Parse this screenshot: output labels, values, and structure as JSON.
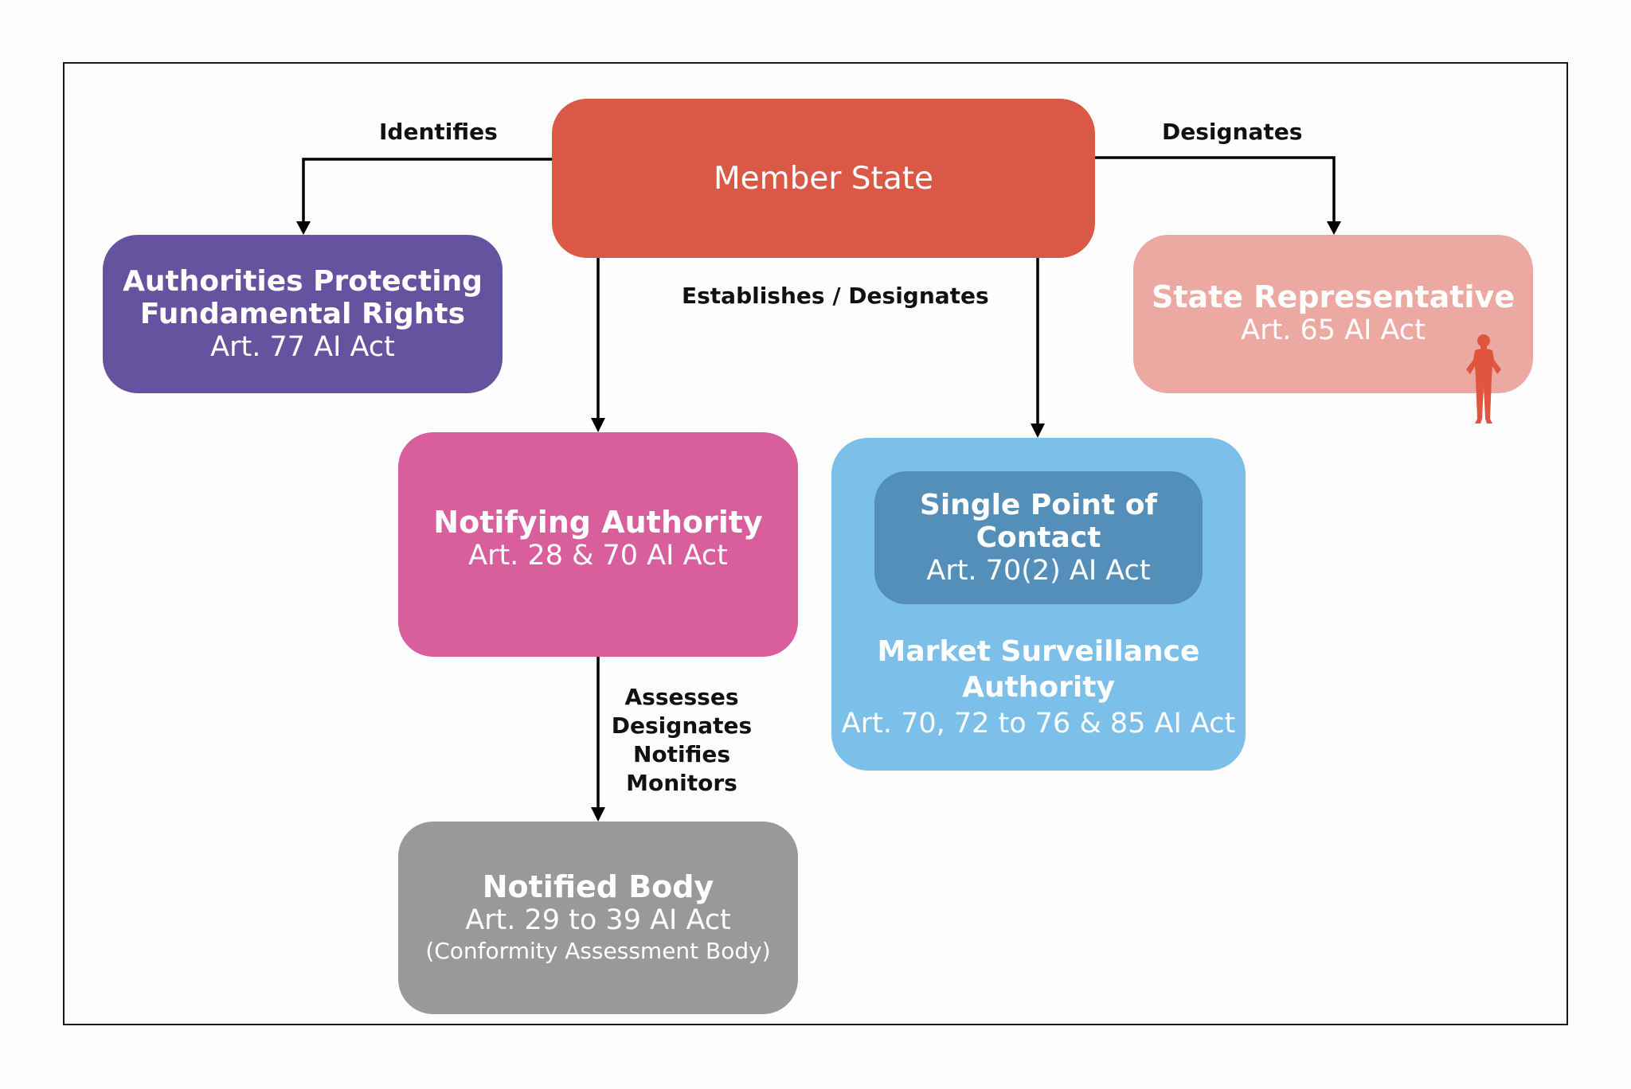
{
  "diagram": {
    "member_state": {
      "title": "Member State"
    },
    "fundamental_rights": {
      "title_line1": "Authorities Protecting",
      "title_line2": "Fundamental Rights",
      "article": "Art. 77 AI Act"
    },
    "state_representative": {
      "title": "State Representative",
      "article": "Art. 65 AI Act"
    },
    "notifying_authority": {
      "title": "Notifying Authority",
      "article": "Art. 28 & 70 AI Act"
    },
    "single_point_of_contact": {
      "title_line1": "Single Point of",
      "title_line2": "Contact",
      "article": "Art. 70(2) AI Act"
    },
    "market_surveillance": {
      "title_line1": "Market Surveillance",
      "title_line2": "Authority",
      "article": "Art. 70, 72 to 76 & 85 AI Act"
    },
    "notified_body": {
      "title": "Notified Body",
      "article": "Art. 29 to 39 AI Act",
      "note": "(Conformity Assessment Body)"
    },
    "labels": {
      "identifies": "Identifies",
      "designates": "Designates",
      "establishes": "Establishes / Designates",
      "notifying_to_notified": [
        "Assesses",
        "Designates",
        "Notifies",
        "Monitors"
      ]
    },
    "icons": {
      "state_rep_figure": "person-silhouette-icon"
    },
    "colors": {
      "member_state": "#da5846",
      "fundamental_rights": "#65539f",
      "state_representative": "#eca9a1",
      "notifying_authority": "#d95f9c",
      "market_surveillance": "#7cc0ea",
      "single_point_of_contact": "#548fba",
      "notified_body": "#999999",
      "person_figure": "#e0553e"
    }
  }
}
